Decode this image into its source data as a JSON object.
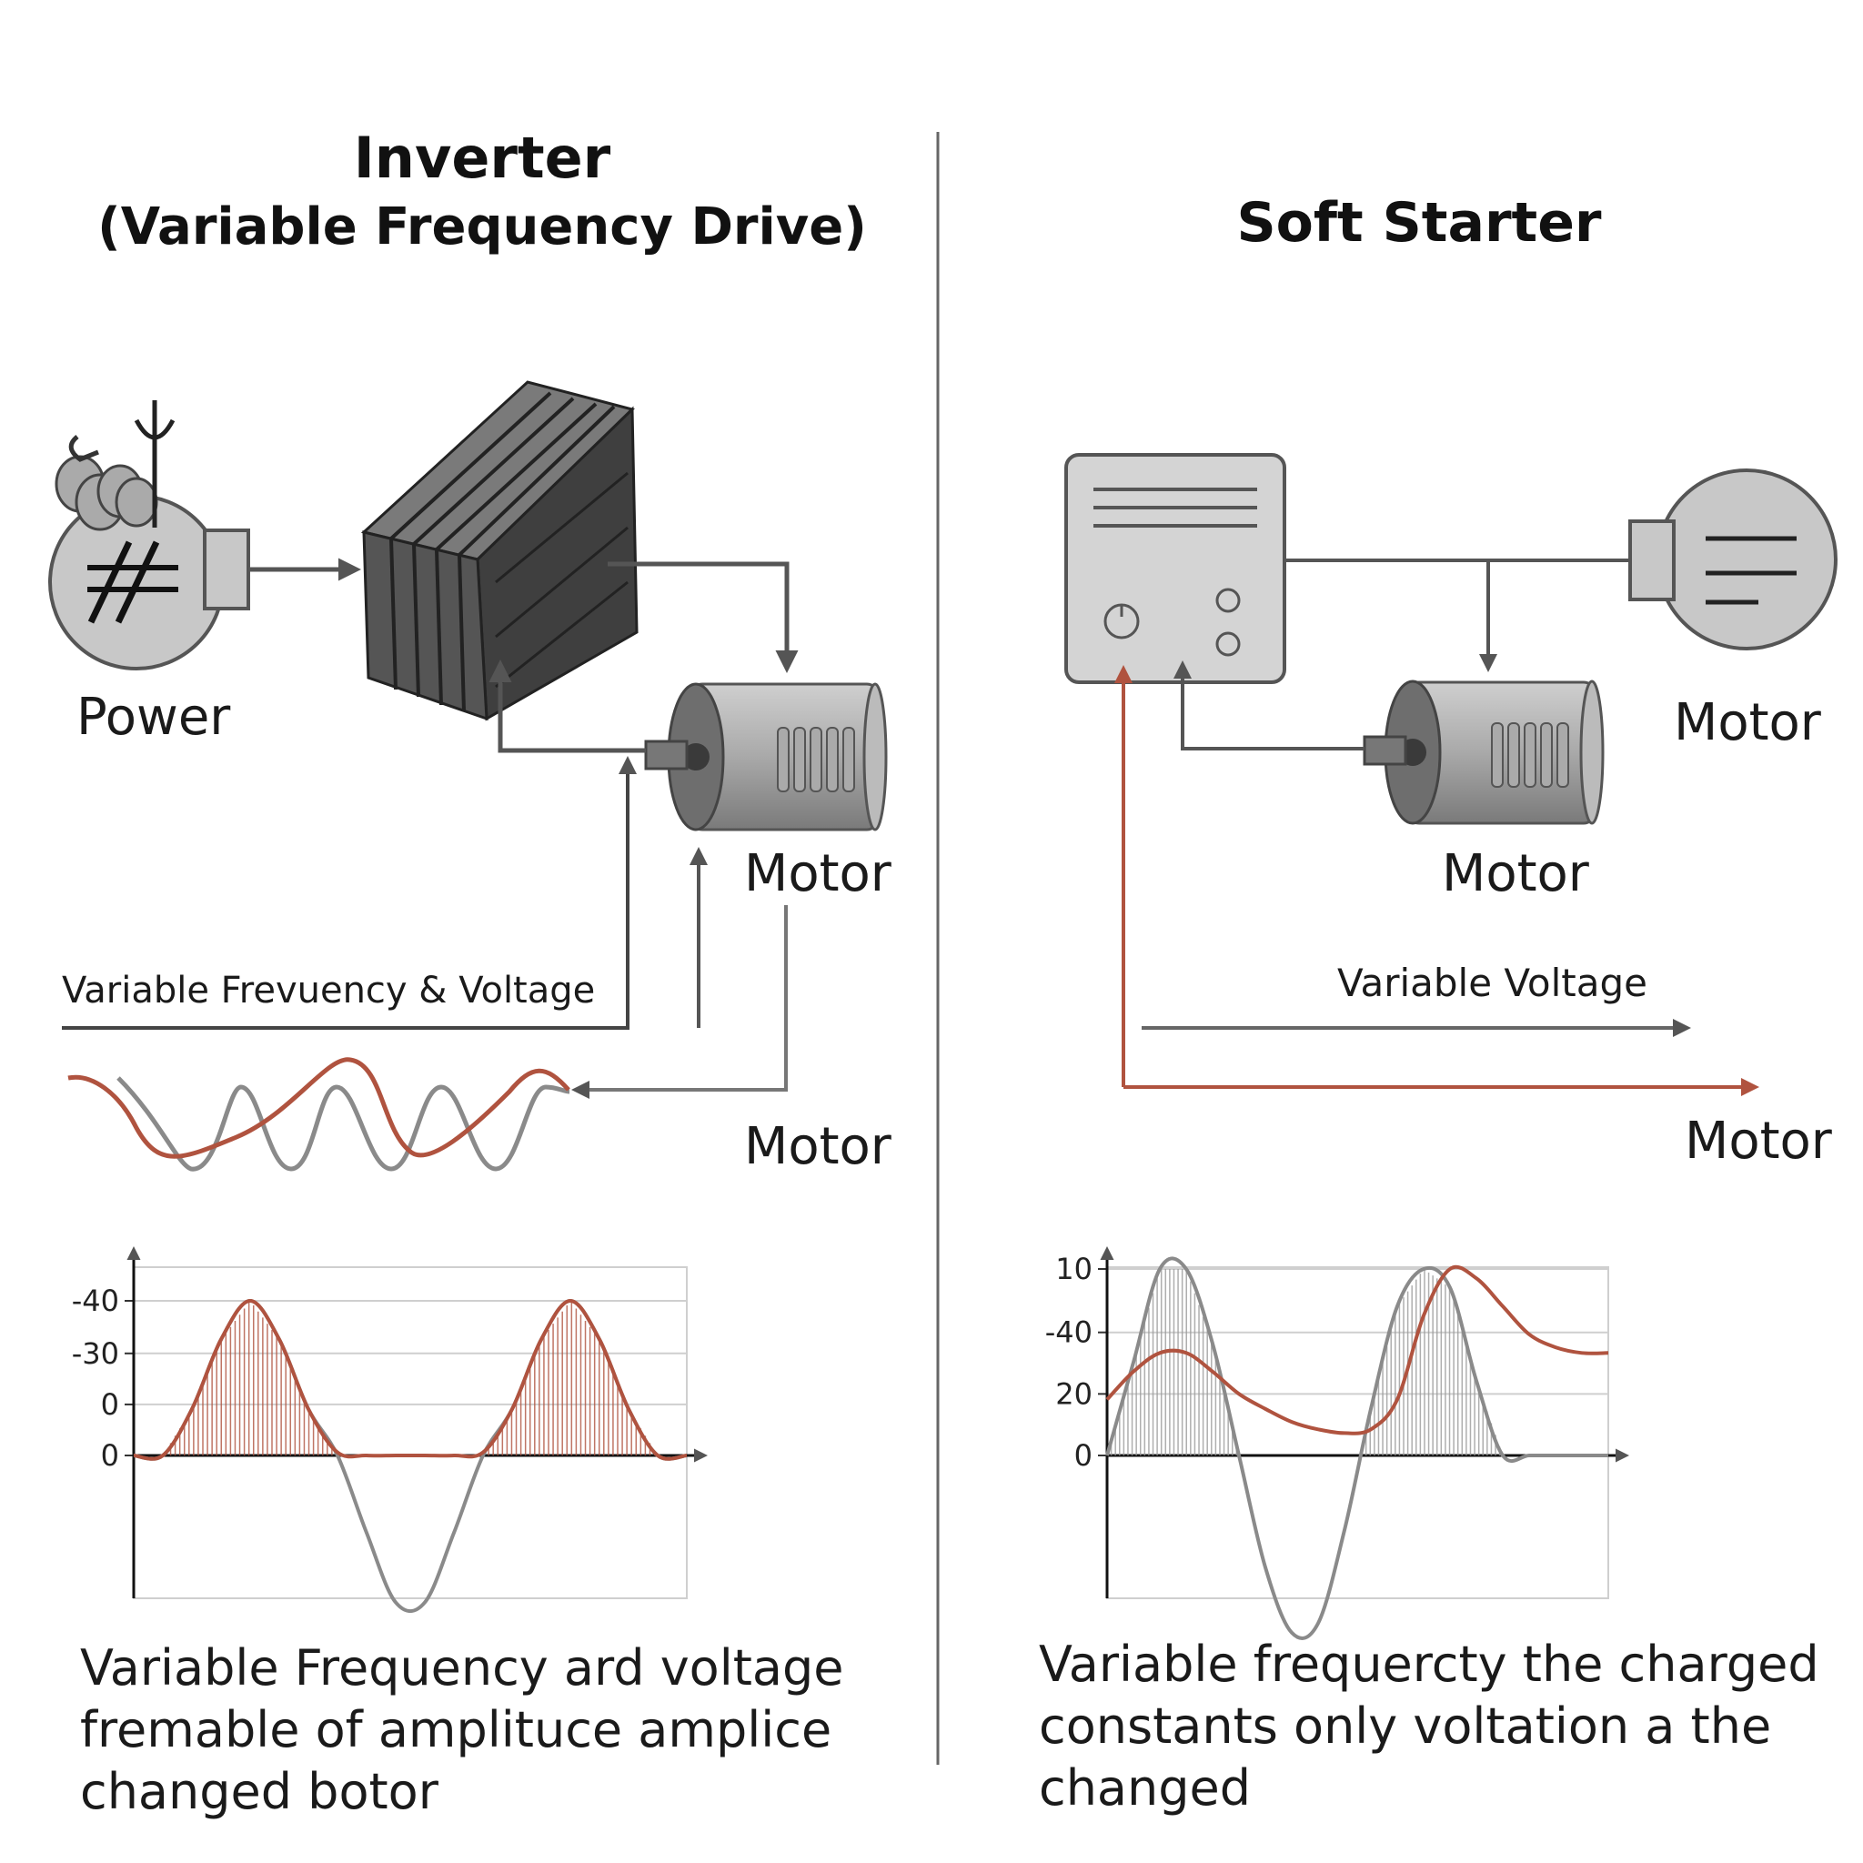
{
  "left": {
    "title_line1": "Inverter",
    "title_line2": "(Variable Frequency Drive)",
    "power_label": "Power",
    "motor_label_1": "Motor",
    "motor_label_2": "Motor",
    "signal_label": "Variable Frevuency & Voltage",
    "caption": [
      "Variable Frequency ard voltage",
      "fremable of amplituce amplice",
      "changed botor"
    ]
  },
  "right": {
    "title": "Soft Starter",
    "motor_label_1": "Motor",
    "motor_label_2": "Motor",
    "motor_label_3": "Motor",
    "signal_label": "Variable Voltage",
    "caption": [
      "Variable frequercty the charged",
      "constants only voltation a the",
      "changed"
    ]
  },
  "colors": {
    "accent": "#b0533f",
    "gray_wave": "#8a8a8a",
    "device": "#4e4e4e"
  },
  "chart_data": [
    {
      "type": "line",
      "y_tick_labels": [
        "-40",
        "-30",
        "0",
        "0"
      ],
      "series": [
        {
          "values": [
            0,
            0,
            0.3,
            0.75,
            1,
            0.75,
            0.3,
            0.02,
            0,
            0,
            0,
            0,
            0.02,
            0.3,
            0.75,
            1,
            0.75,
            0.3,
            0,
            0
          ]
        },
        {
          "values": [
            0,
            0,
            0.3,
            0.75,
            1,
            0.75,
            0.3,
            0,
            -0.5,
            -0.95,
            -0.95,
            -0.5,
            0,
            0.3,
            0.75,
            1,
            0.75,
            0.3,
            0,
            0
          ]
        }
      ],
      "grid": true
    },
    {
      "type": "line",
      "y_tick_labels": [
        "10",
        "-40",
        "20",
        "0"
      ],
      "series": [
        {
          "values": [
            0.3,
            0.45,
            0.55,
            0.55,
            0.45,
            0.33,
            0.25,
            0.18,
            0.14,
            0.12,
            0.14,
            0.3,
            0.75,
            1,
            0.95,
            0.8,
            0.65,
            0.58,
            0.55,
            0.55
          ]
        },
        {
          "values": [
            0,
            0.5,
            1,
            1,
            0.6,
            0,
            -0.6,
            -0.95,
            -0.9,
            -0.4,
            0.25,
            0.8,
            1,
            0.9,
            0.4,
            0,
            0,
            0,
            0,
            0
          ]
        }
      ],
      "grid": true
    }
  ]
}
